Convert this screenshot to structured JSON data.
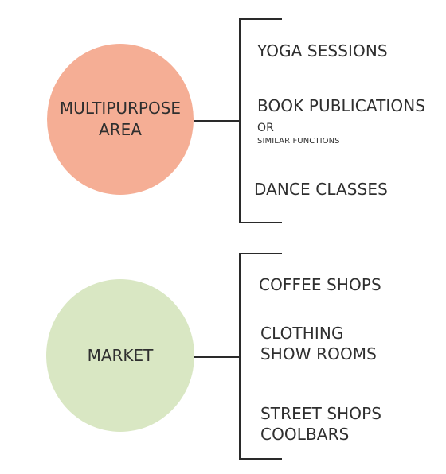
{
  "groups": [
    {
      "title": "MULTIPURPOSE\nAREA",
      "color": "#f5ae95",
      "items": [
        "YOGA SESSIONS",
        "BOOK PUBLICATIONS",
        "OR",
        "SIMILAR FUNCTIONS",
        "DANCE CLASSES"
      ]
    },
    {
      "title": "MARKET",
      "color": "#d9e7c3",
      "items": [
        "COFFEE SHOPS",
        "CLOTHING\nSHOW ROOMS",
        "STREET SHOPS\nCOOLBARS"
      ]
    }
  ]
}
